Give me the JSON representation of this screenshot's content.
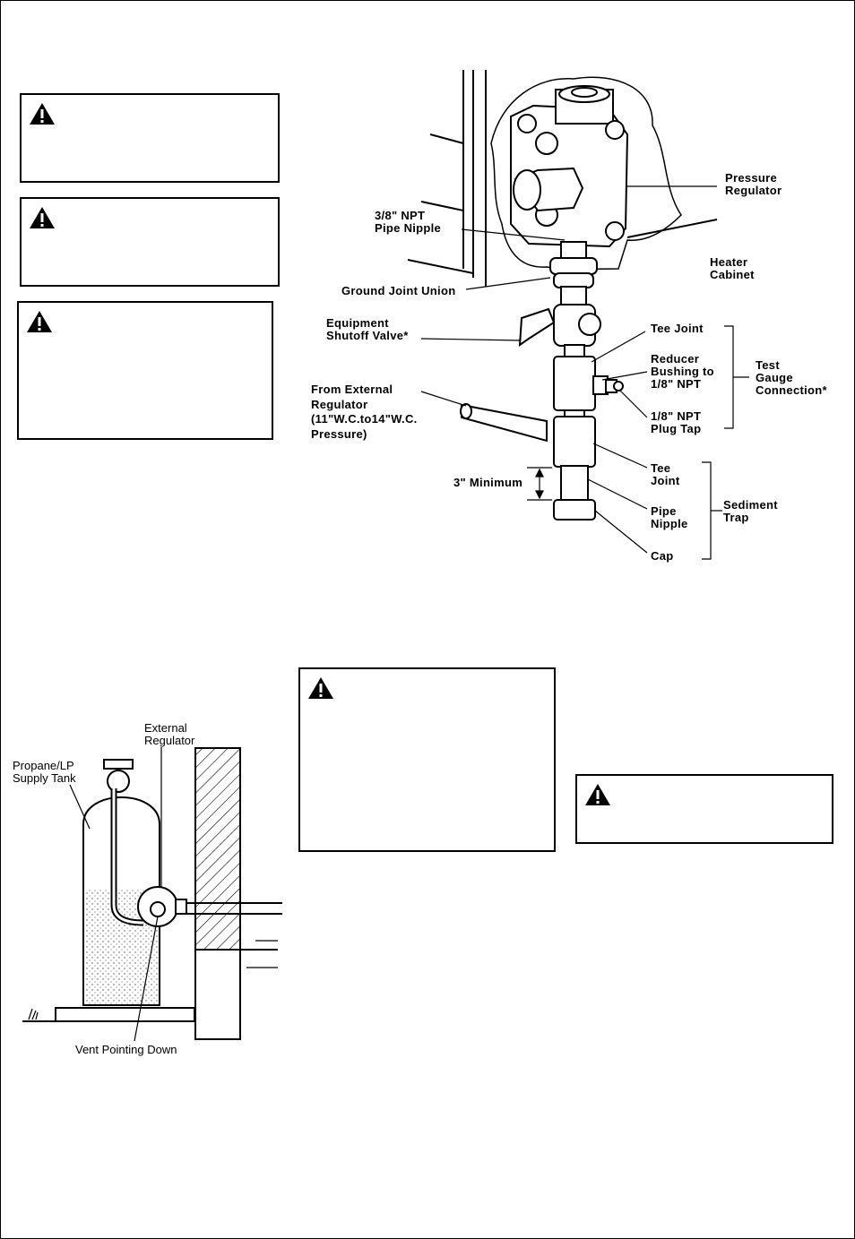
{
  "diagram_top": {
    "labels": {
      "pressure_regulator": [
        "Pressure",
        "Regulator"
      ],
      "pipe_nipple_38": [
        "3/8\" NPT",
        "Pipe Nipple"
      ],
      "heater_cabinet": [
        "Heater",
        "Cabinet"
      ],
      "ground_joint_union": "Ground Joint Union",
      "shutoff_valve": [
        "Equipment",
        "Shutoff Valve*"
      ],
      "tee_joint_top": "Tee Joint",
      "reducer_bushing": [
        "Reducer",
        "Bushing to",
        "1/8\" NPT"
      ],
      "test_gauge": [
        "Test",
        "Gauge",
        "Connection*"
      ],
      "from_external": [
        "From External",
        "Regulator",
        "(11\"W.C.to14\"W.C.",
        "Pressure)"
      ],
      "plug_tap": [
        "1/8\" NPT",
        "Plug Tap"
      ],
      "tee_joint_bottom": [
        "Tee",
        "Joint"
      ],
      "minimum": "3\" Minimum",
      "pipe_nipple": [
        "Pipe",
        "Nipple"
      ],
      "sediment_trap": [
        "Sediment",
        "Trap"
      ],
      "cap": "Cap"
    }
  },
  "diagram_bottom": {
    "labels": {
      "supply_tank": [
        "Propane/LP",
        "Supply Tank"
      ],
      "external_regulator": [
        "External",
        "Regulator"
      ],
      "vent": "Vent Pointing Down"
    }
  },
  "icons": {
    "warning": "warning-triangle-icon"
  }
}
